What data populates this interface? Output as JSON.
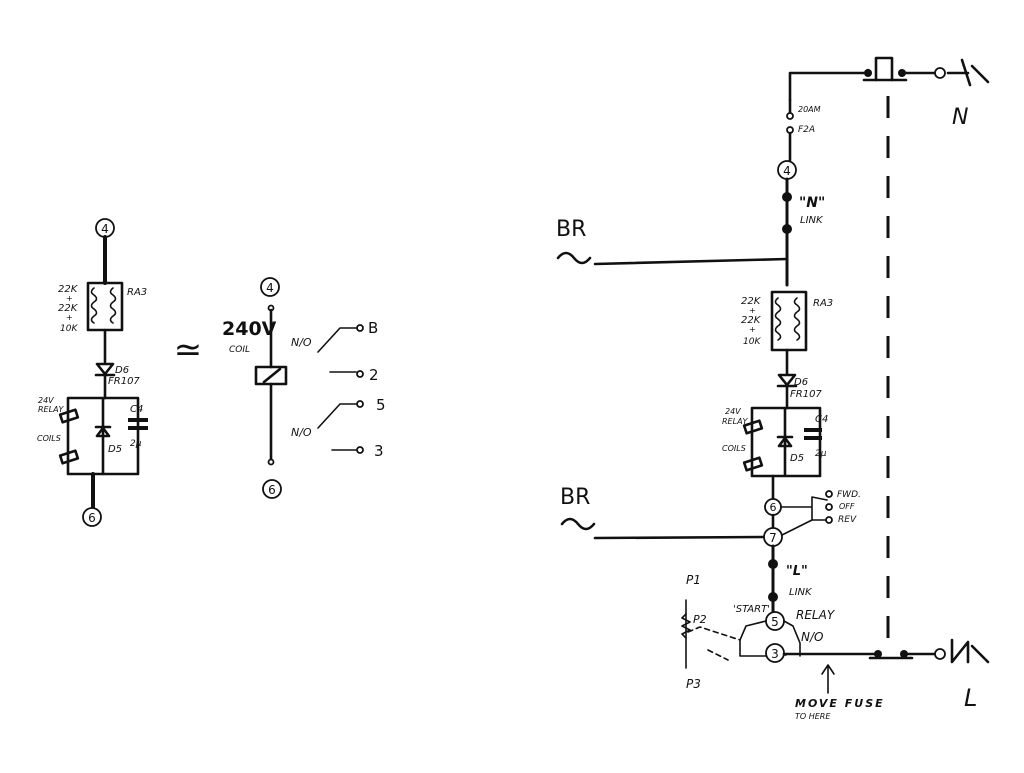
{
  "left_schematic": {
    "top_node": "4",
    "bottom_node": "6",
    "resistor_values": [
      "22K",
      "+",
      "22K",
      "+",
      "10K"
    ],
    "resistor_ref": "RA3",
    "diode_ref": "D6",
    "diode_type": "FR107",
    "relay_label": [
      "24V",
      "RELAY"
    ],
    "coils_label": "COILS",
    "diode2_ref": "D5",
    "cap_ref": "C4",
    "cap_value": "2µ"
  },
  "equivalence_symbol": "≃",
  "relay_symbol": {
    "top_node": "4",
    "bottom_node": "6",
    "coil_voltage": "240V",
    "coil_label": "COIL",
    "contacts": [
      {
        "type": "N/O",
        "terminals": [
          "B",
          "2"
        ]
      },
      {
        "type": "N/O",
        "terminals": [
          "5",
          "3"
        ]
      }
    ]
  },
  "right_schematic": {
    "fuse_rating": "20AM",
    "fuse_name": "F2A",
    "node_4": "4",
    "n_link": "\"N\"",
    "n_link_word": "LINK",
    "br_top": "BR",
    "br_bottom": "BR",
    "resistor_values": [
      "22K",
      "+",
      "22K",
      "+",
      "10K"
    ],
    "resistor_ref": "RA3",
    "diode_ref": "D6",
    "diode_type": "FR107",
    "relay_label": [
      "24V",
      "RELAY"
    ],
    "coils_label": "COILS",
    "diode2_ref": "D5",
    "cap_ref": "C4",
    "cap_value": "2µ",
    "node_6": "6",
    "node_7": "7",
    "switch_labels": [
      "FWD.",
      "OFF",
      "REV"
    ],
    "l_link": "\"L\"",
    "l_link_word": "LINK",
    "node_5": "5",
    "node_3": "3",
    "start_label": "'START'",
    "relay_word": "RELAY",
    "no_label": "N/O",
    "pot_labels": [
      "P1",
      "P2",
      "P3"
    ],
    "note_line1": "MOVE FUSE",
    "note_line2": "TO HERE",
    "n_terminal": "N",
    "l_terminal": "L"
  }
}
